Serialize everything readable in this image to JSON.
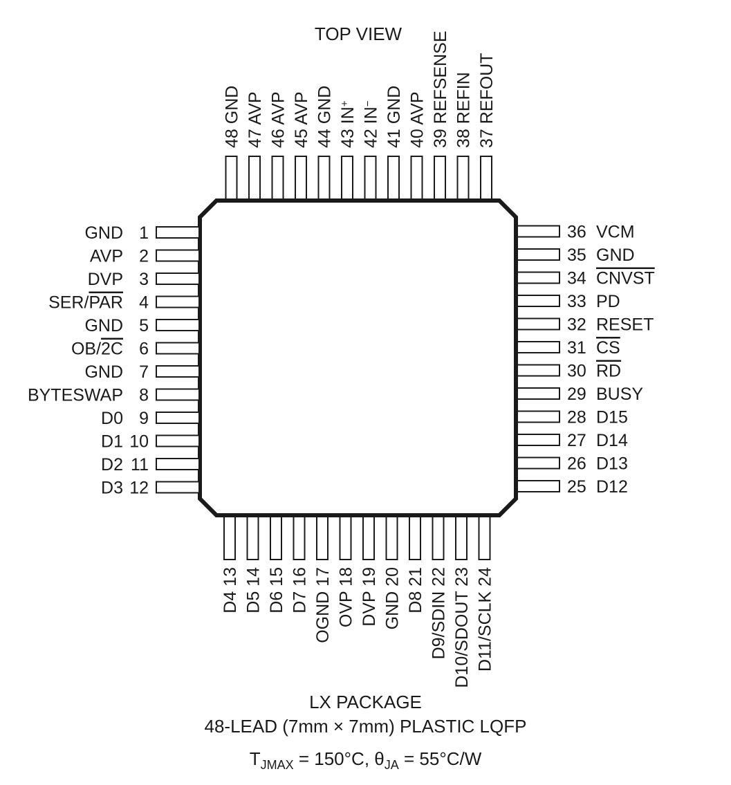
{
  "title": "TOP VIEW",
  "package": {
    "name": "LX PACKAGE",
    "description": "48-LEAD (7mm × 7mm) PLASTIC LQFP",
    "thermal": {
      "tj_symbol": "T",
      "tj_sub": "JMAX",
      "tj_value": "= 150°C,",
      "theta_symbol": "θ",
      "theta_sub": "JA",
      "theta_value": "= 55°C/W"
    }
  },
  "pins": {
    "left": [
      {
        "num": "1",
        "name": "GND"
      },
      {
        "num": "2",
        "name": "AVP"
      },
      {
        "num": "3",
        "name": "DVP"
      },
      {
        "num": "4",
        "name": "SER/PAR",
        "overline": "PAR"
      },
      {
        "num": "5",
        "name": "GND"
      },
      {
        "num": "6",
        "name": "OB/2C",
        "overline": "2C"
      },
      {
        "num": "7",
        "name": "GND"
      },
      {
        "num": "8",
        "name": "BYTESWAP"
      },
      {
        "num": "9",
        "name": "D0"
      },
      {
        "num": "10",
        "name": "D1"
      },
      {
        "num": "11",
        "name": "D2"
      },
      {
        "num": "12",
        "name": "D3"
      }
    ],
    "bottom": [
      {
        "num": "13",
        "name": "D4"
      },
      {
        "num": "14",
        "name": "D5"
      },
      {
        "num": "15",
        "name": "D6"
      },
      {
        "num": "16",
        "name": "D7"
      },
      {
        "num": "17",
        "name": "OGND"
      },
      {
        "num": "18",
        "name": "OVP"
      },
      {
        "num": "19",
        "name": "DVP"
      },
      {
        "num": "20",
        "name": "GND"
      },
      {
        "num": "21",
        "name": "D8"
      },
      {
        "num": "22",
        "name": "D9/SDIN"
      },
      {
        "num": "23",
        "name": "D10/SDOUT"
      },
      {
        "num": "24",
        "name": "D11/SCLK"
      }
    ],
    "right": [
      {
        "num": "25",
        "name": "D12"
      },
      {
        "num": "26",
        "name": "D13"
      },
      {
        "num": "27",
        "name": "D14"
      },
      {
        "num": "28",
        "name": "D15"
      },
      {
        "num": "29",
        "name": "BUSY"
      },
      {
        "num": "30",
        "name": "RD",
        "overline": "RD"
      },
      {
        "num": "31",
        "name": "CS",
        "overline": "CS"
      },
      {
        "num": "32",
        "name": "RESET"
      },
      {
        "num": "33",
        "name": "PD"
      },
      {
        "num": "34",
        "name": "CNVST",
        "overline": "CNVST"
      },
      {
        "num": "35",
        "name": "GND"
      },
      {
        "num": "36",
        "name": "VCM"
      }
    ],
    "top": [
      {
        "num": "37",
        "name": "REFOUT"
      },
      {
        "num": "38",
        "name": "REFIN"
      },
      {
        "num": "39",
        "name": "REFSENSE"
      },
      {
        "num": "40",
        "name": "AVP"
      },
      {
        "num": "41",
        "name": "GND"
      },
      {
        "num": "42",
        "name": "IN",
        "sup": "−"
      },
      {
        "num": "43",
        "name": "IN",
        "sup": "+"
      },
      {
        "num": "44",
        "name": "GND"
      },
      {
        "num": "45",
        "name": "AVP"
      },
      {
        "num": "46",
        "name": "AVP"
      },
      {
        "num": "47",
        "name": "AVP"
      },
      {
        "num": "48",
        "name": "GND"
      }
    ]
  }
}
